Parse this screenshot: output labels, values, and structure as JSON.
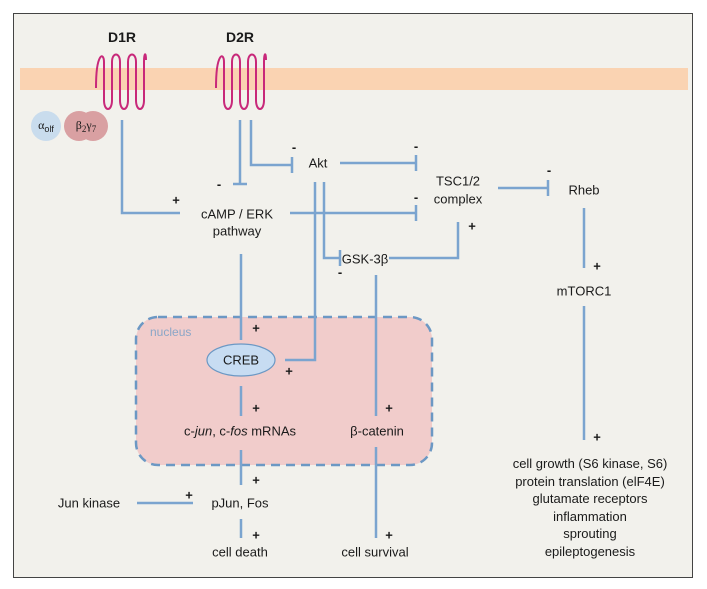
{
  "receptors": {
    "d1r": "D1R",
    "d2r": "D2R"
  },
  "g_proteins": {
    "alpha": "α",
    "alpha_sub": "olf",
    "beta_gamma": "β",
    "beta_sub": "2",
    "gamma": "γ",
    "gamma_sub": "7"
  },
  "nodes": {
    "akt": "Akt",
    "camp_erk_line1": "cAMP / ERK",
    "camp_erk_line2": "pathway",
    "tsc_line1": "TSC1/2",
    "tsc_line2": "complex",
    "rheb": "Rheb",
    "gsk3b": "GSK-3β",
    "mtorc1": "mTORC1",
    "creb": "CREB",
    "mrna_c": "c-",
    "mrna_jun": "jun",
    "mrna_sep": ", c-",
    "mrna_fos": "fos",
    "mrna_suffix": " mRNAs",
    "beta_catenin": "β-catenin",
    "jun_kinase": "Jun kinase",
    "pjun_fos": "pJun, Fos",
    "cell_death": "cell death",
    "cell_survival": "cell survival"
  },
  "nucleus_label": "nucleus",
  "outcomes": [
    "cell growth (S6 kinase, S6)",
    "protein translation (elF4E)",
    "glutamate receptors",
    "inflammation",
    "sprouting",
    "epileptogenesis"
  ],
  "signs": {
    "plus": "+",
    "minus": "-"
  },
  "colors": {
    "line": "#7ba4cf",
    "membrane": "#fad3b2",
    "receptor": "#c8287a",
    "nucleus_fill": "#f1cccb",
    "nucleus_border": "#6c98c4",
    "alpha_fill": "#c9dced",
    "beta_fill": "#d9a0a2"
  }
}
